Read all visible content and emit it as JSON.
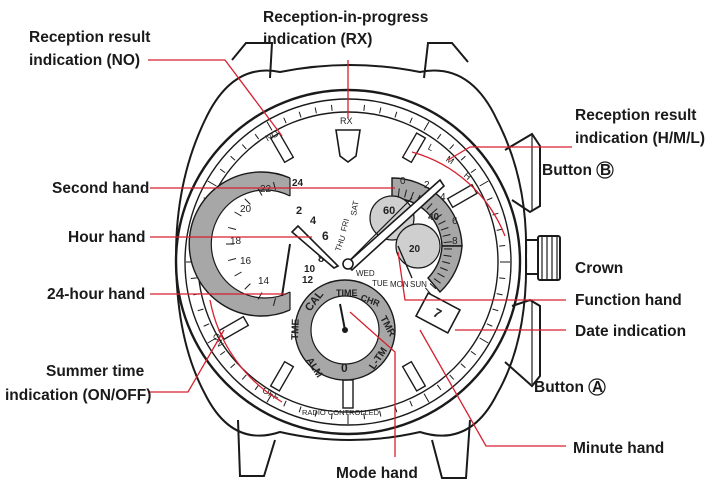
{
  "callouts": {
    "reception_rx": [
      "Reception-in-progress",
      "indication (RX)"
    ],
    "reception_no": [
      "Reception result",
      "indication (NO)"
    ],
    "reception_hml": [
      "Reception result",
      "indication (H/M/L)"
    ],
    "button_b": "Button",
    "button_b_symbol": "B",
    "second_hand": "Second hand",
    "hour_hand": "Hour hand",
    "crown": "Crown",
    "hour24_hand": "24-hour hand",
    "function_hand": "Function hand",
    "date_indication": "Date indication",
    "summer_time": [
      "Summer time",
      "indication (ON/OFF)"
    ],
    "button_a": "Button",
    "button_a_symbol": "A",
    "minute_hand": "Minute hand",
    "mode_hand": "Mode hand"
  },
  "dial": {
    "rx": "RX",
    "no": "NO",
    "on": "ON",
    "off": "OFF",
    "hml": [
      "L",
      "M",
      "H"
    ],
    "radio_controlled": "RADIO CONTROLLED",
    "date": "7",
    "sub24": [
      "14",
      "16",
      "18",
      "20",
      "22",
      "24"
    ],
    "hour_small": [
      "2",
      "4",
      "6",
      "8",
      "10",
      "12"
    ],
    "days": [
      "SAT",
      "FRI",
      "THU",
      "WED",
      "TUE",
      "MON",
      "SUN"
    ],
    "sec_ticks": [
      "0",
      "2",
      "4",
      "6",
      "8"
    ],
    "sec_tens": [
      "60",
      "40",
      "20"
    ],
    "modes": [
      "CAL",
      "TIME",
      "CHR",
      "TMR",
      "L-TM",
      "0",
      "ALM",
      "TME"
    ]
  }
}
